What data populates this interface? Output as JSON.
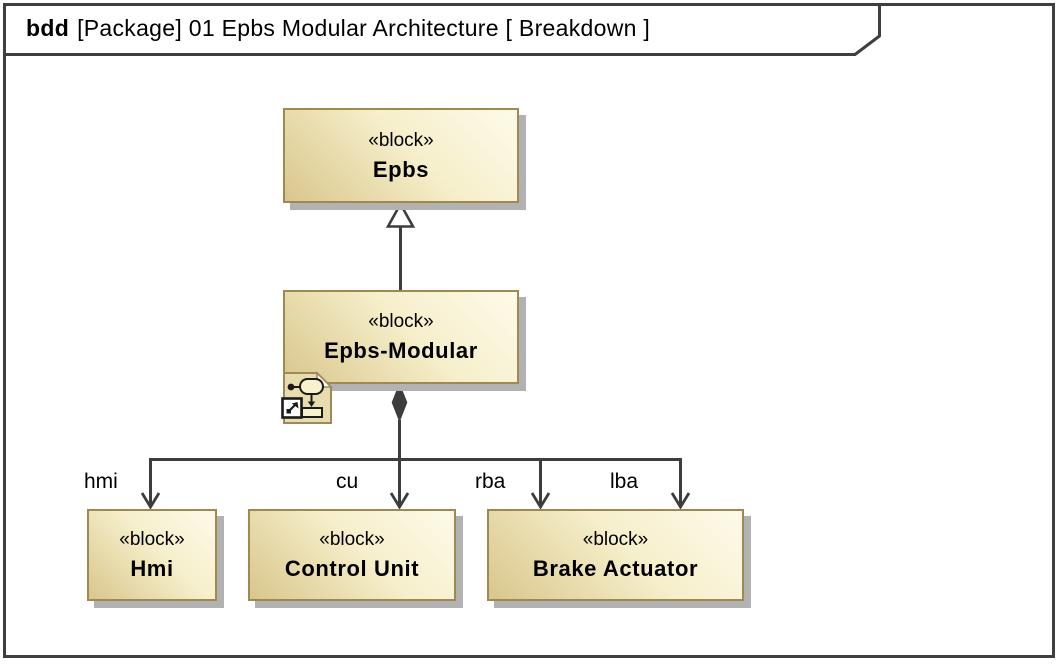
{
  "frame": {
    "title_keyword": "bdd",
    "title_rest": "[Package] 01 Epbs Modular Architecture [ Breakdown ]"
  },
  "blocks": [
    {
      "stereotype": "«block»",
      "name": "Epbs"
    },
    {
      "stereotype": "«block»",
      "name": "Epbs-Modular"
    },
    {
      "stereotype": "«block»",
      "name": "Hmi"
    },
    {
      "stereotype": "«block»",
      "name": "Control Unit"
    },
    {
      "stereotype": "«block»",
      "name": "Brake Actuator"
    }
  ],
  "relationships": {
    "generalization": {
      "from": "Epbs-Modular",
      "to": "Epbs"
    },
    "compositions": [
      {
        "whole": "Epbs-Modular",
        "part": "Hmi",
        "role": "hmi"
      },
      {
        "whole": "Epbs-Modular",
        "part": "Control Unit",
        "role": "cu"
      },
      {
        "whole": "Epbs-Modular",
        "part": "Brake Actuator",
        "role": "rba"
      },
      {
        "whole": "Epbs-Modular",
        "part": "Brake Actuator",
        "role": "lba"
      }
    ]
  },
  "icons": [
    {
      "name": "diagram-shortcut-icon",
      "on_block": "Epbs-Modular"
    }
  ],
  "colors": {
    "block_border": "#a0894f",
    "block_fill_dark": "#d9c68c",
    "block_fill_light": "#fdfae9",
    "connector": "#3d3d3d",
    "frame_border": "#3e3e3e",
    "shadow": "#b2b2b2"
  }
}
